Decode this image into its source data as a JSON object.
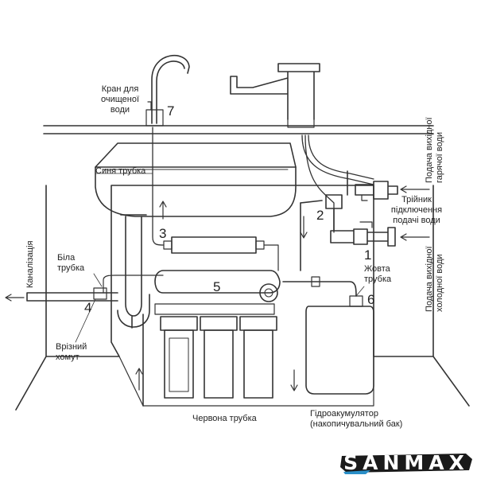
{
  "labels": {
    "faucet": [
      "Кран для",
      "очищеної",
      "води"
    ],
    "blue_tube": "Синя трубка",
    "tee": [
      "Трійник",
      "підключення",
      "подачі води"
    ],
    "hot_water": [
      "Подача вихідної",
      "гарячої води"
    ],
    "cold_water": [
      "Подача вихідної",
      "холодної води"
    ],
    "drain": "Каналізація",
    "white_tube": [
      "Біла",
      "трубка"
    ],
    "yellow_tube": [
      "Жовта",
      "трубка"
    ],
    "cut_clamp": [
      "Врізний",
      "хомут"
    ],
    "red_tube": "Червона трубка",
    "tank": [
      "Гідроакумулятор",
      "(накопичувальний бак)"
    ]
  },
  "numbers": {
    "n1": "1",
    "n2": "2",
    "n3": "3",
    "n4": "4",
    "n5": "5",
    "n6": "6",
    "n7": "7"
  },
  "logo": {
    "text": "SANMAX",
    "brush_color": "#1a1a1a",
    "accent_color": "#2a8fc8"
  },
  "colors": {
    "line": "#333333",
    "light_line": "#888888"
  }
}
